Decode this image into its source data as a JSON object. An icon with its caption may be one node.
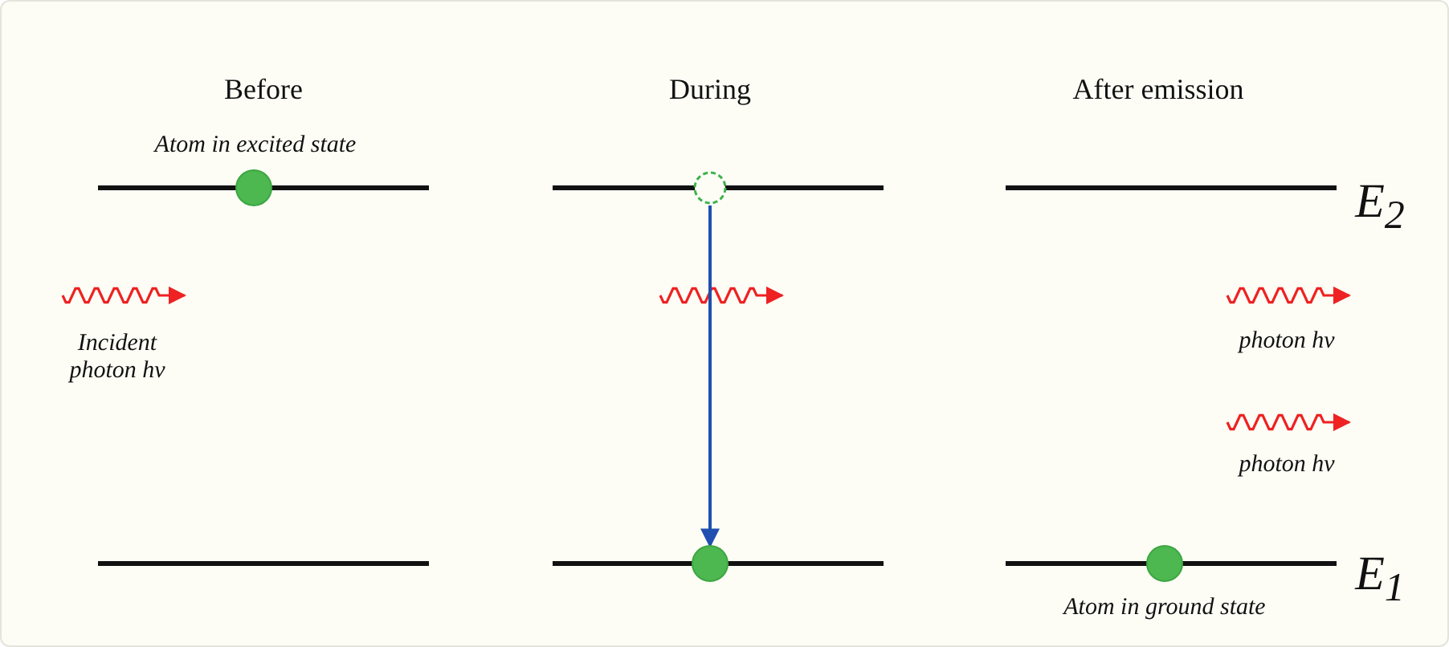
{
  "diagram": {
    "nodes": [
      {
        "text": [],
        "shape": "circle"
      },
      {
        "text": [],
        "shape": "circle"
      },
      {
        "text": [],
        "shape": "circle"
      },
      {
        "text": [],
        "shape": "circle"
      }
    ],
    "edges": [
      {
        "from": 1,
        "to": 2,
        "arrow": "to",
        "color": "#1f4fb0"
      }
    ],
    "labels": [
      "Before",
      "During",
      "After emission",
      "Atom in excited state",
      "E$_{2}$",
      "Incident photon hν",
      "photon hν",
      "photon hν",
      "E$_{1}$",
      "Atom in ground state"
    ]
  }
}
